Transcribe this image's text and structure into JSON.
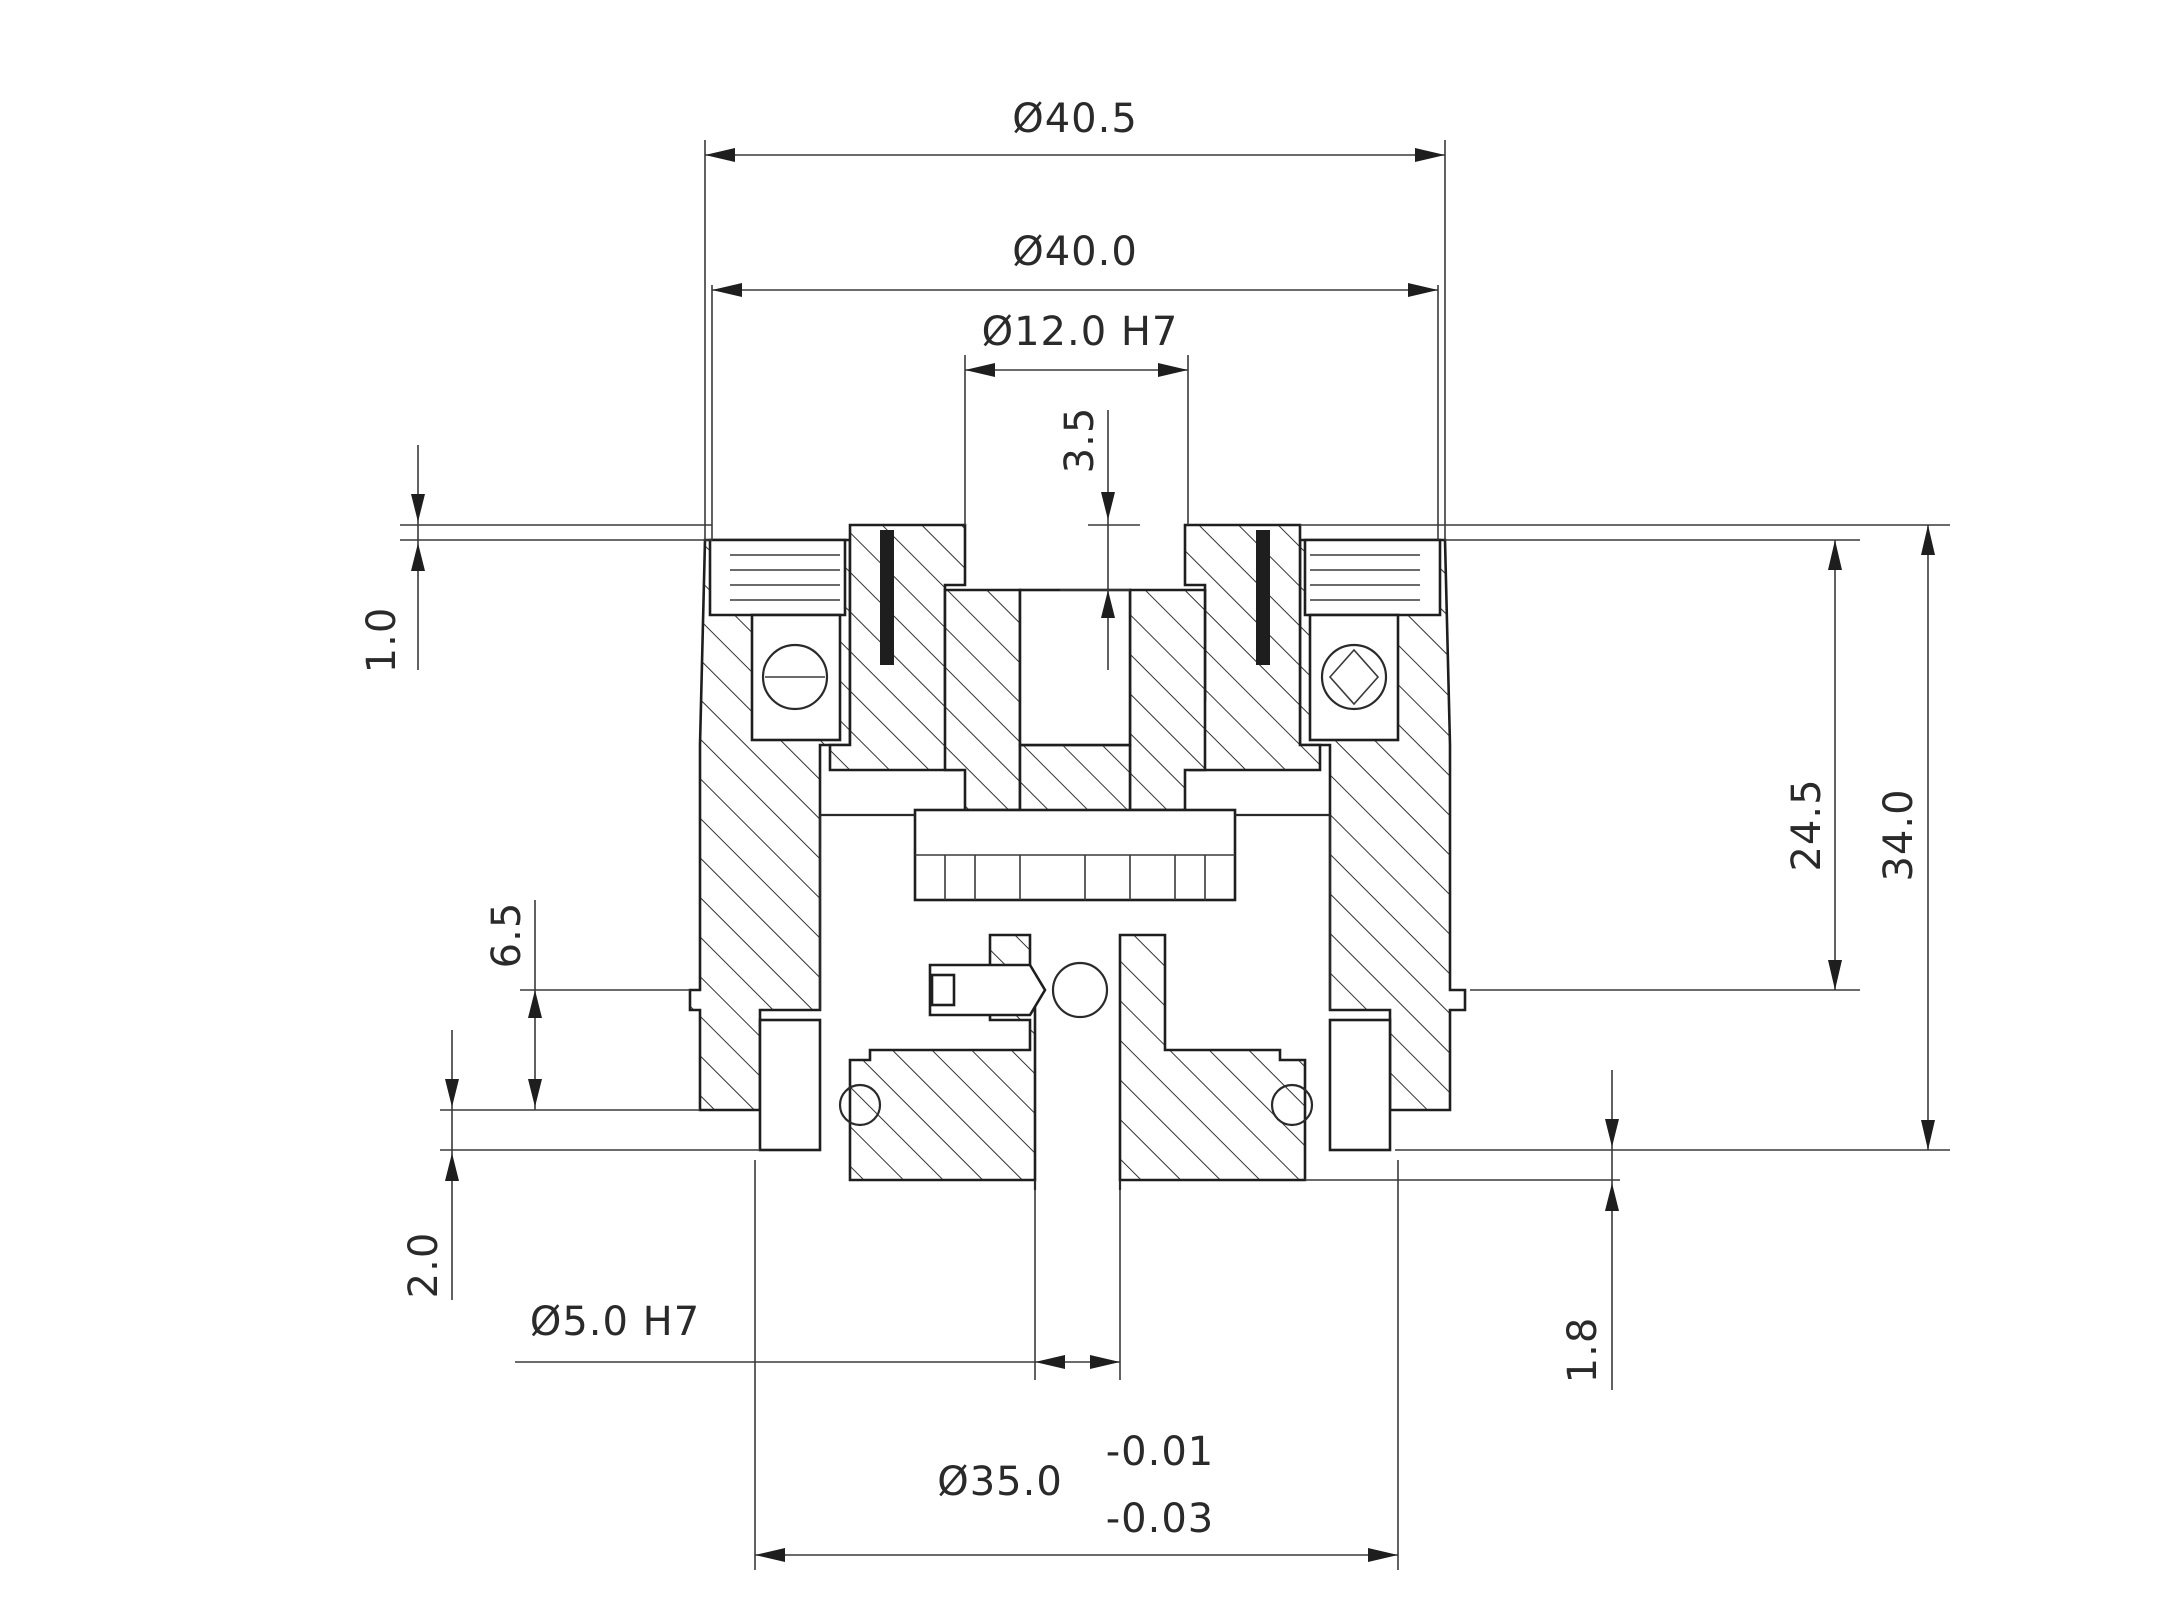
{
  "dimensions": {
    "outer_diameter": "Ø40.5",
    "body_diameter": "Ø40.0",
    "bore_diameter": "Ø12.0  H7",
    "bore_depth": "3.5",
    "top_step": "1.0",
    "lower_step": "6.5",
    "flange_thickness": "2.0",
    "pin_diameter": "Ø5.0  H7",
    "pilot_diameter": "Ø35.0",
    "pilot_tol_upper": "-0.01",
    "pilot_tol_lower": "-0.03",
    "height_inner": "24.5",
    "height_total": "34.0",
    "pilot_height": "1.8"
  }
}
